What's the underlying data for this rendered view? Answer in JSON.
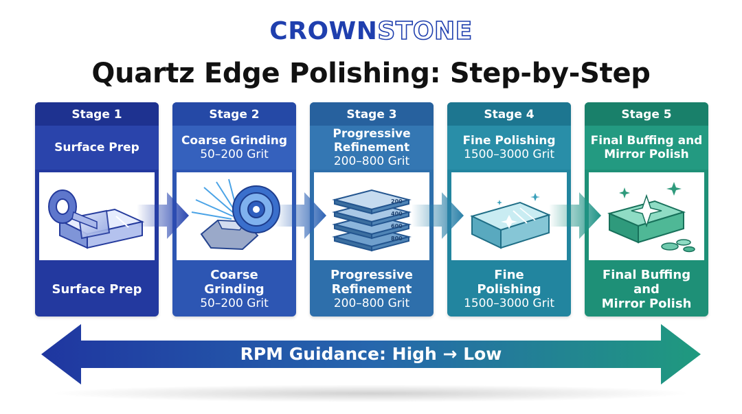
{
  "brand": {
    "part1": "CROWN",
    "part2": "STONE"
  },
  "title": "Quartz Edge Polishing: Step-by-Step",
  "stages": [
    {
      "label": "Stage 1",
      "top_title": "Surface Prep",
      "top_grit": "",
      "bottom_lines": [
        "Surface Prep"
      ],
      "bottom_grit": "",
      "icon": "tape-on-stone-icon"
    },
    {
      "label": "Stage 2",
      "top_title": "Coarse Grinding",
      "top_grit": "50–200 Grit",
      "bottom_lines": [
        "Coarse",
        "Grinding"
      ],
      "bottom_grit": "50–200 Grit",
      "icon": "grinding-wheel-icon"
    },
    {
      "label": "Stage 3",
      "top_title": "Progressive Refinement",
      "top_grit": "200–800 Grit",
      "bottom_lines": [
        "Progressive",
        "Refinement"
      ],
      "bottom_grit": "200–800 Grit",
      "icon": "abrasive-pads-stack-icon",
      "pad_labels": [
        "200",
        "400",
        "600",
        "800"
      ]
    },
    {
      "label": "Stage 4",
      "top_title": "Fine Polishing",
      "top_grit": "1500–3000 Grit",
      "bottom_lines": [
        "Fine",
        "Polishing"
      ],
      "bottom_grit": "1500–3000 Grit",
      "icon": "polished-block-icon"
    },
    {
      "label": "Stage 5",
      "top_title": "Final Buffing and Mirror Polish",
      "top_grit": "",
      "bottom_lines": [
        "Final Buffing",
        "and",
        "Mirror Polish"
      ],
      "bottom_grit": "",
      "icon": "mirror-block-sparkle-icon"
    }
  ],
  "rpm_guidance": "RPM Guidance: High → Low",
  "colors": {
    "brand_blue": "#1f3fae",
    "stage1": "#23399f",
    "stage2": "#2d56b3",
    "stage3": "#2e6fab",
    "stage4": "#22859f",
    "stage5": "#1e9077"
  }
}
